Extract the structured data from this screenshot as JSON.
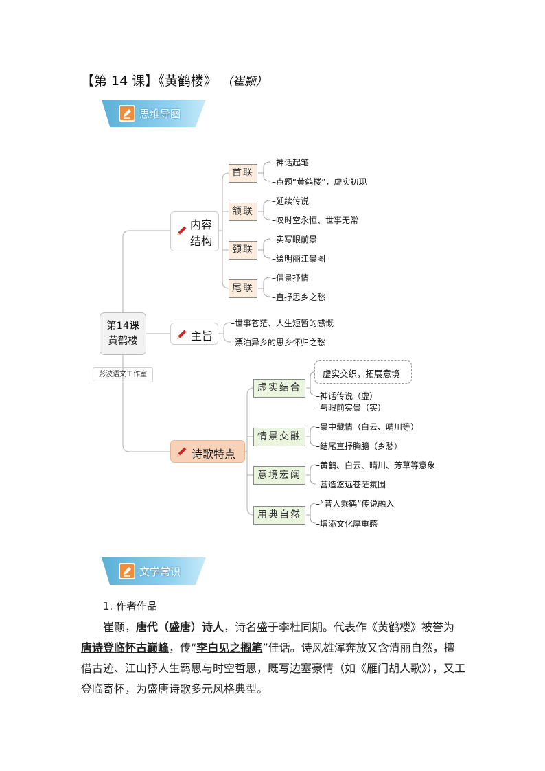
{
  "lesson": {
    "title": "【第 14 课】《黄鹤楼》",
    "author": "（崔颢）"
  },
  "banners": {
    "mindmap": "思维导图",
    "literature": "文学常识"
  },
  "mindmap": {
    "root": [
      "第14课",
      "黄鹤楼"
    ],
    "studio": "彭波语文工作室",
    "content": {
      "label": [
        "内容",
        "结构"
      ],
      "sections": [
        {
          "name": "首联",
          "items": [
            "神话起笔",
            "点题“黄鹤楼”，虚实初现"
          ]
        },
        {
          "name": "颔联",
          "items": [
            "延续传说",
            "叹时空永恒、世事无常"
          ]
        },
        {
          "name": "颈联",
          "items": [
            "实写眼前景",
            "绘明丽江景图"
          ]
        },
        {
          "name": "尾联",
          "items": [
            "借景抒情",
            "直抒思乡之愁"
          ]
        }
      ]
    },
    "theme": {
      "label": "主旨",
      "items": [
        "世事苍茫、人生短暂的感慨",
        "漂泊异乡的思乡怀归之愁"
      ]
    },
    "features": {
      "label": "诗歌特点",
      "sections": [
        {
          "name": "虚实结合",
          "note": "虚实交织，拓展意境",
          "items": [
            "神话传说（虚）",
            "与眼前实景（实）"
          ]
        },
        {
          "name": "情景交融",
          "items": [
            "景中藏情（白云、晴川等）",
            "结尾直抒胸臆（乡愁）"
          ]
        },
        {
          "name": "意境宏阔",
          "items": [
            "黄鹤、白云、晴川、芳草等意象",
            "营造悠远苍茫氛围"
          ]
        },
        {
          "name": "用典自然",
          "items": [
            "“昔人乘鹤”传说融入",
            "增添文化厚重感"
          ]
        }
      ]
    }
  },
  "literature": {
    "heading": "1. 作者作品",
    "p1": "崔颢，",
    "p2": "唐代（盛唐）诗人",
    "p3": "，诗名盛于李杜同期。代表作《黄鹤楼》被誉为",
    "p4": "唐诗登临怀古巅峰",
    "p5": "，传“",
    "p6": "李白见之搁笔",
    "p7": "”佳话。诗风雄浑奔放又含清丽自然，擅借古迹、江山抒人生羁思与时空哲思，既写边塞豪情（如《雁门胡人歌》），又工登临寄怀，为盛唐诗歌多元风格典型。"
  },
  "colors": {
    "banner": "#5ab0d6",
    "pen": "#c62828",
    "tan": "#fbecdd",
    "green": "#eaf5df",
    "feature": "#f7d2b8"
  },
  "icons": [
    "pencil-icon",
    "pen-icon"
  ]
}
